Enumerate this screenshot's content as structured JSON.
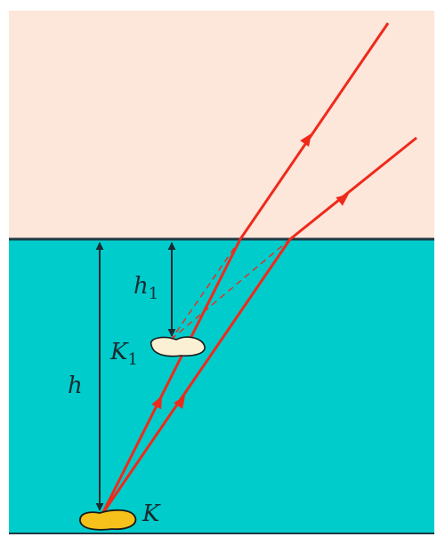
{
  "labels": {
    "h": "h",
    "h1_main": "h",
    "h1_sub": "1",
    "k1_main": "K",
    "k1_sub": "1",
    "k": "K"
  },
  "colors": {
    "air": "#fde6da",
    "water": "#00cccc",
    "ray": "#ee2a1b",
    "interface": "#1e3a44",
    "arrow": "#1a2a30",
    "object": "#f5c11a",
    "image": "#fbf0d4",
    "outline": "#1a1a1a"
  }
}
